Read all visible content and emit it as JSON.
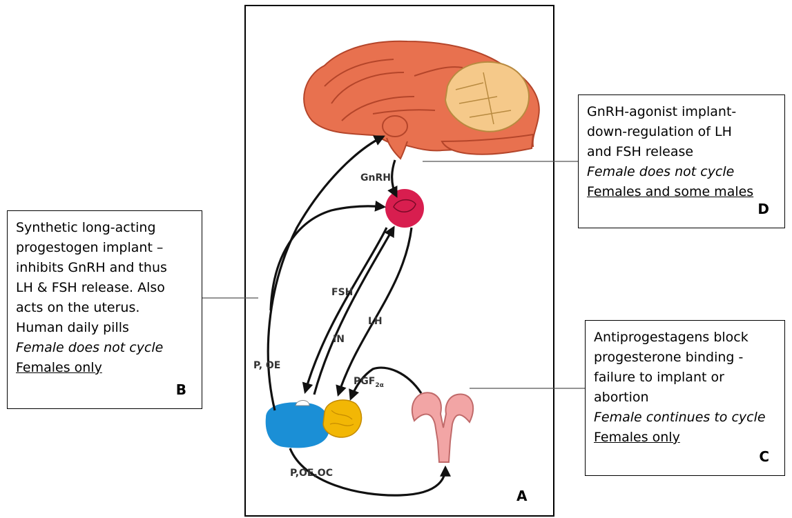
{
  "diagram": {
    "panel_letter": "A",
    "hormone_labels": {
      "gnrh": "GnRH",
      "fsh": "FSH",
      "in": "IN",
      "lh": "LH",
      "p_oe": "P, OE",
      "pgf_main": "PGF",
      "pgf_sub": "2α",
      "p_oe_oc": "P,OE,OC"
    }
  },
  "callouts": {
    "b": {
      "lines": [
        "Synthetic long-acting",
        "progestogen implant –",
        "inhibits GnRH and thus",
        "LH & FSH release. Also",
        "acts on the uterus.",
        "Human daily pills"
      ],
      "cycle_note": "Female does not cycle",
      "target": "Females only",
      "letter": "B"
    },
    "d": {
      "lines": [
        "GnRH-agonist implant-",
        "down-regulation of LH",
        "and FSH release"
      ],
      "cycle_note": "Female does not cycle",
      "target": "Females and some males",
      "letter": "D"
    },
    "c": {
      "lines": [
        "Antiprogestagens block",
        "progesterone binding -",
        "failure to implant or",
        "abortion"
      ],
      "cycle_note": "Female continues to cycle",
      "target": "Females only",
      "letter": "C"
    }
  },
  "colors": {
    "brain": "#e8714f",
    "brain_outline": "#b4452a",
    "cerebellum": "#f5c98a",
    "pituitary": "#d81e4f",
    "ovary": "#1b8fd6",
    "corpus_luteum": "#f2b705",
    "uterus": "#f2a5a5"
  }
}
